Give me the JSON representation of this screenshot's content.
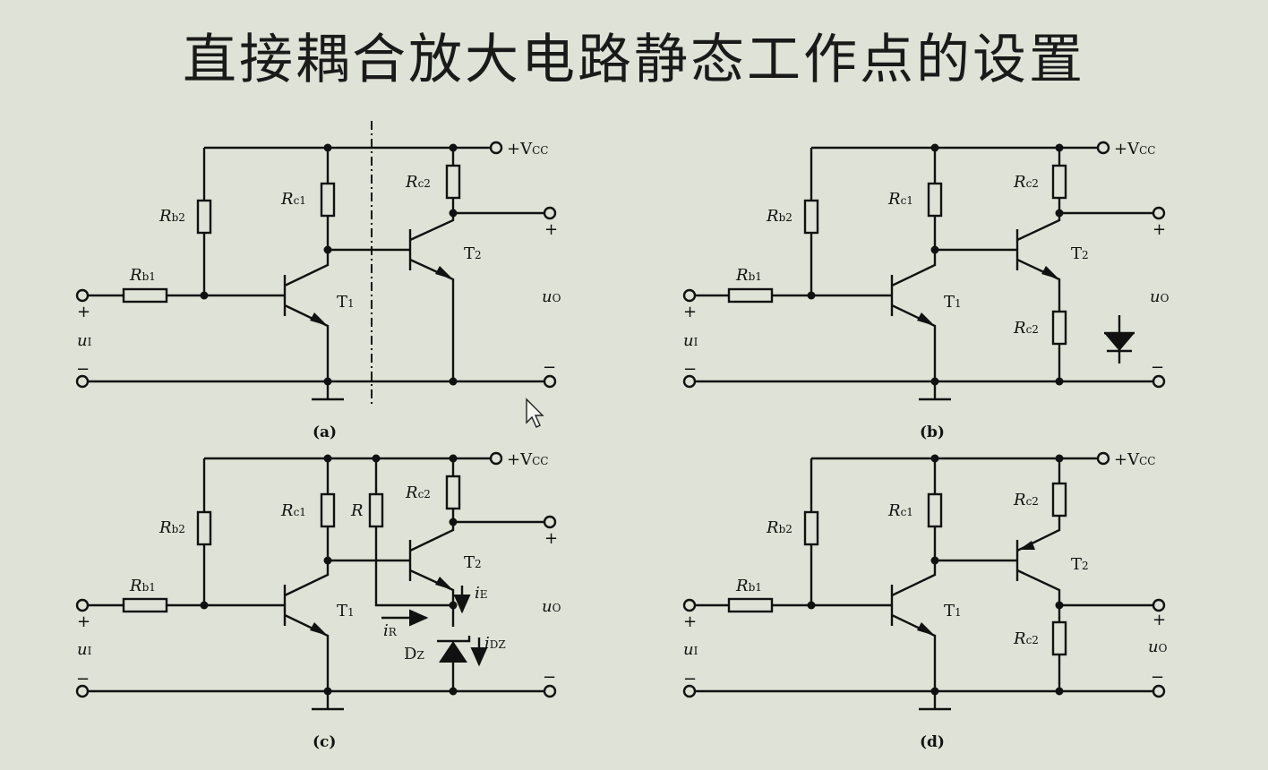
{
  "slide": {
    "title": "直接耦合放大电路静态工作点的设置"
  },
  "labels": {
    "vcc": "+V",
    "vcc_sub": "CC",
    "rb1": "R",
    "rb1_sub": "b1",
    "rb2": "R",
    "rb2_sub": "b2",
    "rc1": "R",
    "rc1_sub": "c1",
    "rc2": "R",
    "rc2_sub": "c2",
    "r": "R",
    "t1": "T",
    "t1_sub": "1",
    "t2": "T",
    "t2_sub": "2",
    "ui": "u",
    "ui_sub": "I",
    "uo": "u",
    "uo_sub": "O",
    "plus": "+",
    "minus": "−",
    "ie": "i",
    "ie_sub": "E",
    "idz": "i",
    "idz_sub": "DZ",
    "ir": "i",
    "ir_sub": "R",
    "dz": "D",
    "dz_sub": "Z"
  },
  "captions": [
    "(a)",
    "(b)",
    "(c)",
    "(d)"
  ]
}
